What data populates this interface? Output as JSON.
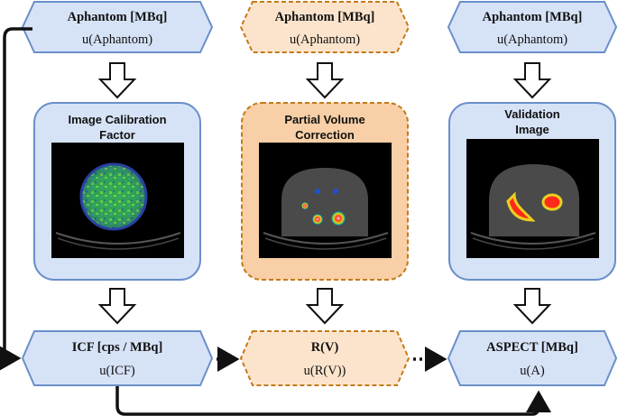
{
  "colors": {
    "blue_fill": "#d6e3f7",
    "blue_stroke": "#6a8fc9",
    "orange_fill": "#fce4cc",
    "orange_fill_strong": "#f8cfa6",
    "orange_stroke": "#c47a1a",
    "arrow": "#111111"
  },
  "top_row": [
    {
      "title": "Aphantom [MBq]",
      "uncertainty": "u(Aphantom)"
    },
    {
      "title": "Aphantom [MBq]",
      "uncertainty": "u(Aphantom)"
    },
    {
      "title": "Aphantom [MBq]",
      "uncertainty": "u(Aphantom)"
    }
  ],
  "panels": [
    {
      "title_line1": "Image Calibration",
      "title_line2": "Factor",
      "image": "scan-uniform-phantom"
    },
    {
      "title_line1": "Partial Volume",
      "title_line2": "Correction",
      "image": "scan-sphere-phantom"
    },
    {
      "title_line1": "Validation",
      "title_line2": "Image",
      "image": "scan-validation-phantom"
    }
  ],
  "bottom_row": [
    {
      "title": "ICF [cps / MBq]",
      "uncertainty": "u(ICF)"
    },
    {
      "title": "R(V)",
      "uncertainty": "u(R(V))"
    },
    {
      "title": "ASPECT [MBq]",
      "uncertainty": "u(A)"
    }
  ]
}
